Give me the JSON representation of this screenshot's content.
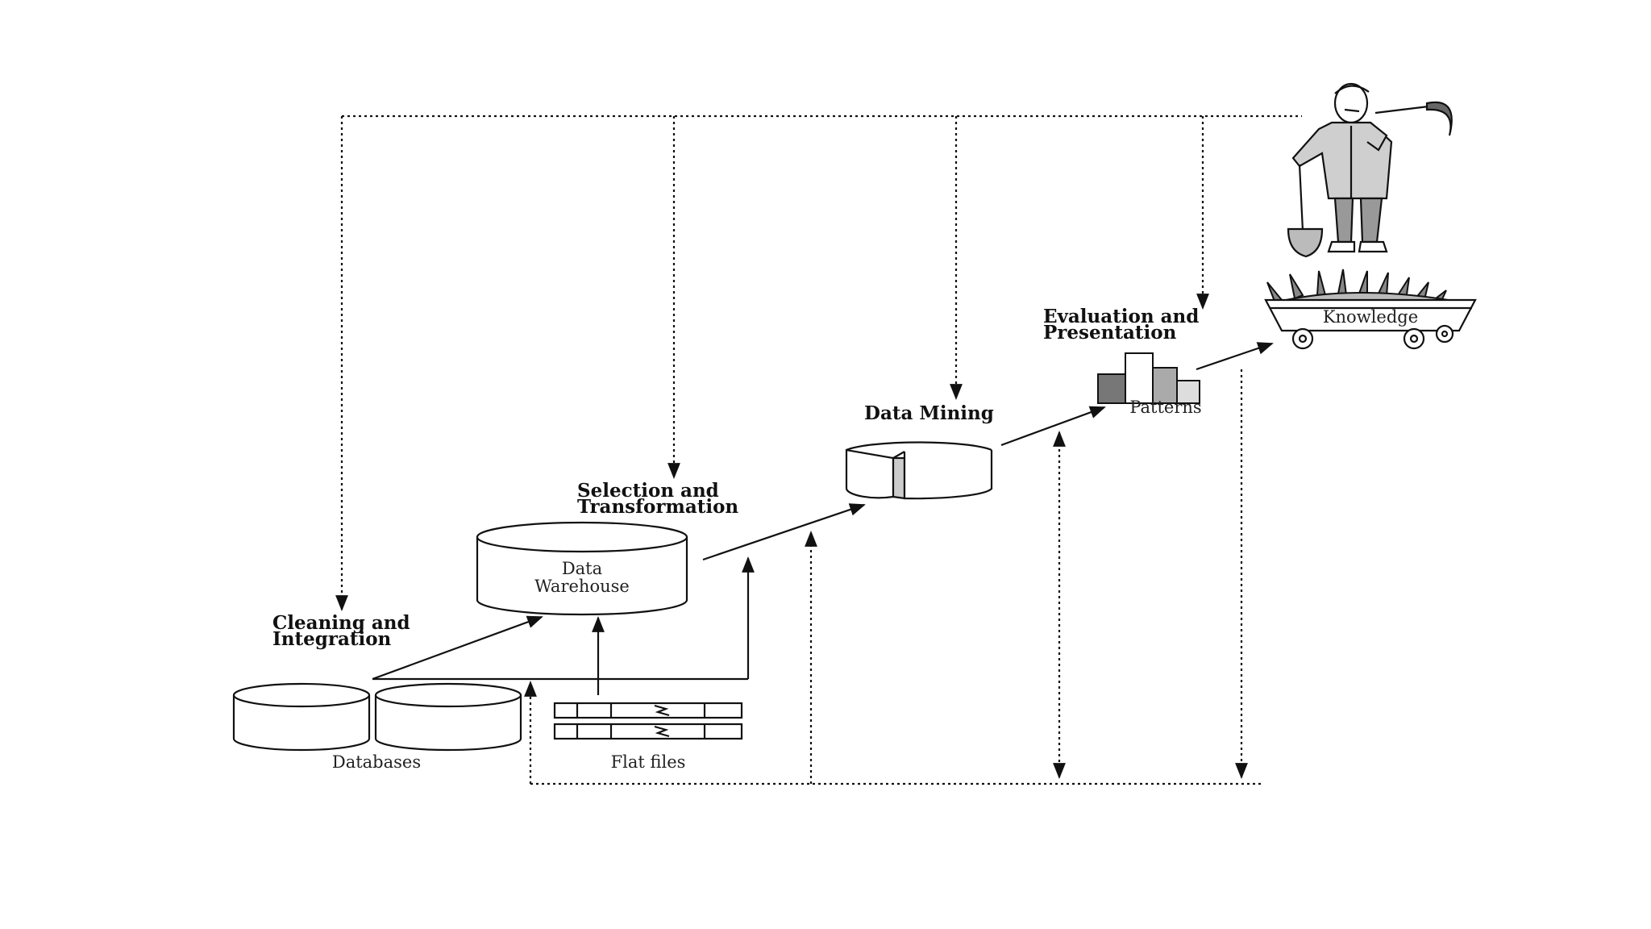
{
  "labels": {
    "cleaning_1": "Cleaning and",
    "cleaning_2": "Integration",
    "selection_1": "Selection and",
    "selection_2": "Transformation",
    "mining": "Data Mining",
    "evaluation_1": "Evaluation and",
    "evaluation_2": "Presentation",
    "warehouse_1": "Data",
    "warehouse_2": "Warehouse",
    "databases": "Databases",
    "flat_files": "Flat files",
    "patterns": "Patterns",
    "knowledge": "Knowledge"
  },
  "icons": [
    "database-icon",
    "data-warehouse-icon",
    "flat-file-icon",
    "data-cube-icon",
    "bar-chart-icon",
    "miner-icon",
    "mine-cart-icon"
  ],
  "colors": {
    "ink": "#111111",
    "bar_dark": "#777777",
    "bar_mid": "#aaaaaa",
    "bar_light": "#dddddd"
  }
}
